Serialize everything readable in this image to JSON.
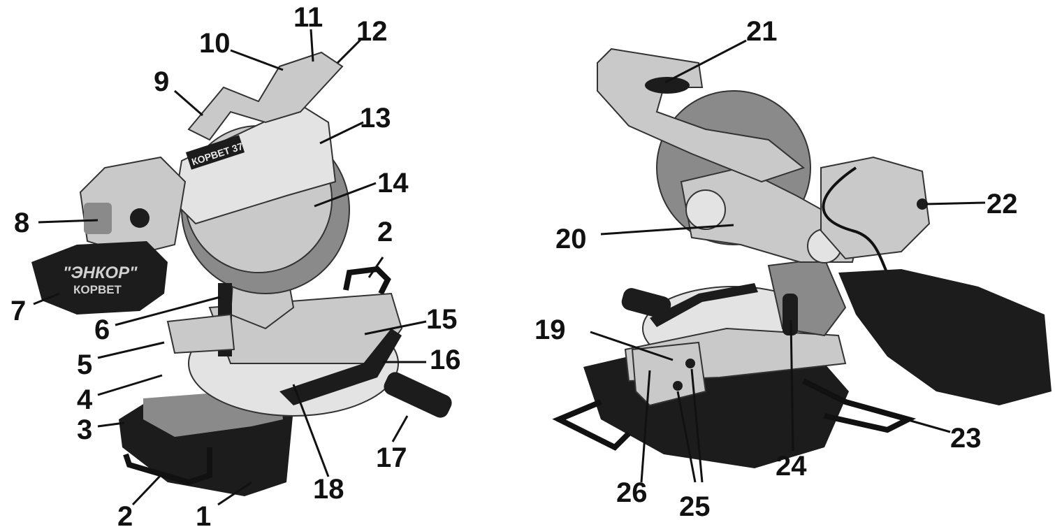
{
  "left_view": {
    "brand_bag_line1": "\"ЭНКОР\"",
    "brand_bag_line2": "КОРВЕТ",
    "brand_head": "КОРВЕТ 37"
  },
  "callouts": [
    "1",
    "2",
    "2",
    "3",
    "4",
    "5",
    "6",
    "7",
    "8",
    "9",
    "10",
    "11",
    "12",
    "13",
    "14",
    "15",
    "16",
    "17",
    "18",
    "19",
    "20",
    "21",
    "22",
    "23",
    "24",
    "25",
    "26"
  ]
}
